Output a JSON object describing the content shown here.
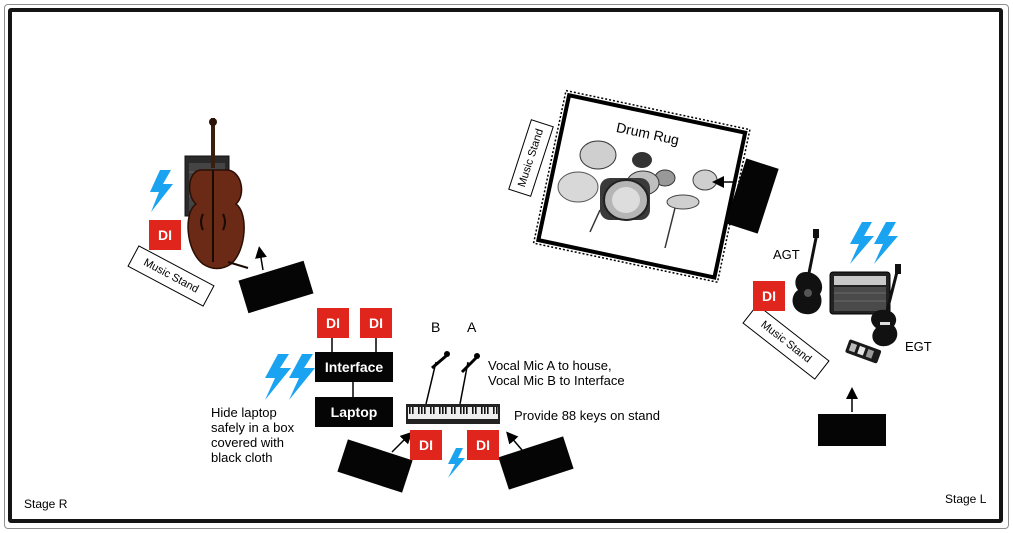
{
  "labels": {
    "stage_r": "Stage R",
    "stage_l": "Stage L",
    "drum_rug": "Drum Rug",
    "agt": "AGT",
    "egt": "EGT",
    "mic_b": "B",
    "mic_a": "A",
    "vocal_note": "Vocal Mic A to house,\nVocal Mic B to Interface",
    "keys_note": "Provide 88 keys on stand",
    "laptop_note": "Hide laptop\nsafely in a box\ncovered with\nblack cloth"
  },
  "boxes": {
    "interface": "Interface",
    "laptop": "Laptop",
    "di": "DI"
  },
  "music_stand": "Music Stand",
  "colors": {
    "di_red": "#e0261c",
    "power_blue": "#1aa3f0",
    "monitor_black": "#050505"
  },
  "icons": [
    "power-bolt-icon",
    "upright-bass-icon",
    "bass-amp-icon",
    "drum-kit-icon",
    "acoustic-guitar-icon",
    "electric-guitar-icon",
    "guitar-amp-icon",
    "pedalboard-icon",
    "keyboard-icon",
    "microphone-icon",
    "monitor-wedge-icon"
  ]
}
